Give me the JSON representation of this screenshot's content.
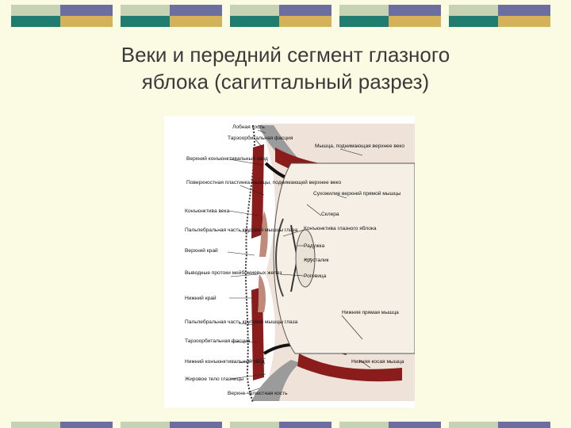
{
  "slide": {
    "title_line1": "Веки и передний сегмент глазного",
    "title_line2": "яблока (сагиттальный разрез)"
  },
  "colors": {
    "background": "#fbfbe3",
    "bar_light": "#c7d2b4",
    "bar_purple": "#6b6e9e",
    "bar_teal": "#1f7c6e",
    "bar_gold": "#d4b25c",
    "muscle": "#8a1c1c",
    "tissue": "#d8b8a8"
  },
  "figure": {
    "labels": {
      "bone_top": "Лобная кость",
      "tarsal_fascia_top": "Тарзоорбитальная фасция",
      "upper_fornix": "Верхний конъюнктивальный свод",
      "superficial_plate": "Поверхностная пластинка мышцы, поднимающей верхнее веко",
      "eyelid_conj": "Конъюнктива века",
      "palpebral_top": "Пальпебральная часть круговой мышцы глаза",
      "upper_margin": "Верхний край",
      "ducts": "Выводные протоки мейбомиевых желез",
      "lower_margin": "Нижний край",
      "palpebral_bottom": "Пальпебральная часть круговой мышцы глаза",
      "tarsal_fascia_bottom": "Тарзоорбитальная фасция",
      "lower_fornix": "Нижний конъюнктивальный свод",
      "fat_body": "Жировое тело глазницы",
      "maxilla": "Верхне-челюстная кость",
      "levator_muscle": "Мышца, поднимающая верхнее веко",
      "rectus_tendon": "Сухожилие верхней прямой мышцы",
      "sclera": "Склера",
      "bulbar_conj": "Конъюнктива глазного яблока",
      "iris": "Радужка",
      "lens": "Хрусталик",
      "cornea": "Роговица",
      "inferior_rectus": "Нижняя прямая мышца",
      "inferior_oblique": "Нижняя косая мышца"
    }
  }
}
